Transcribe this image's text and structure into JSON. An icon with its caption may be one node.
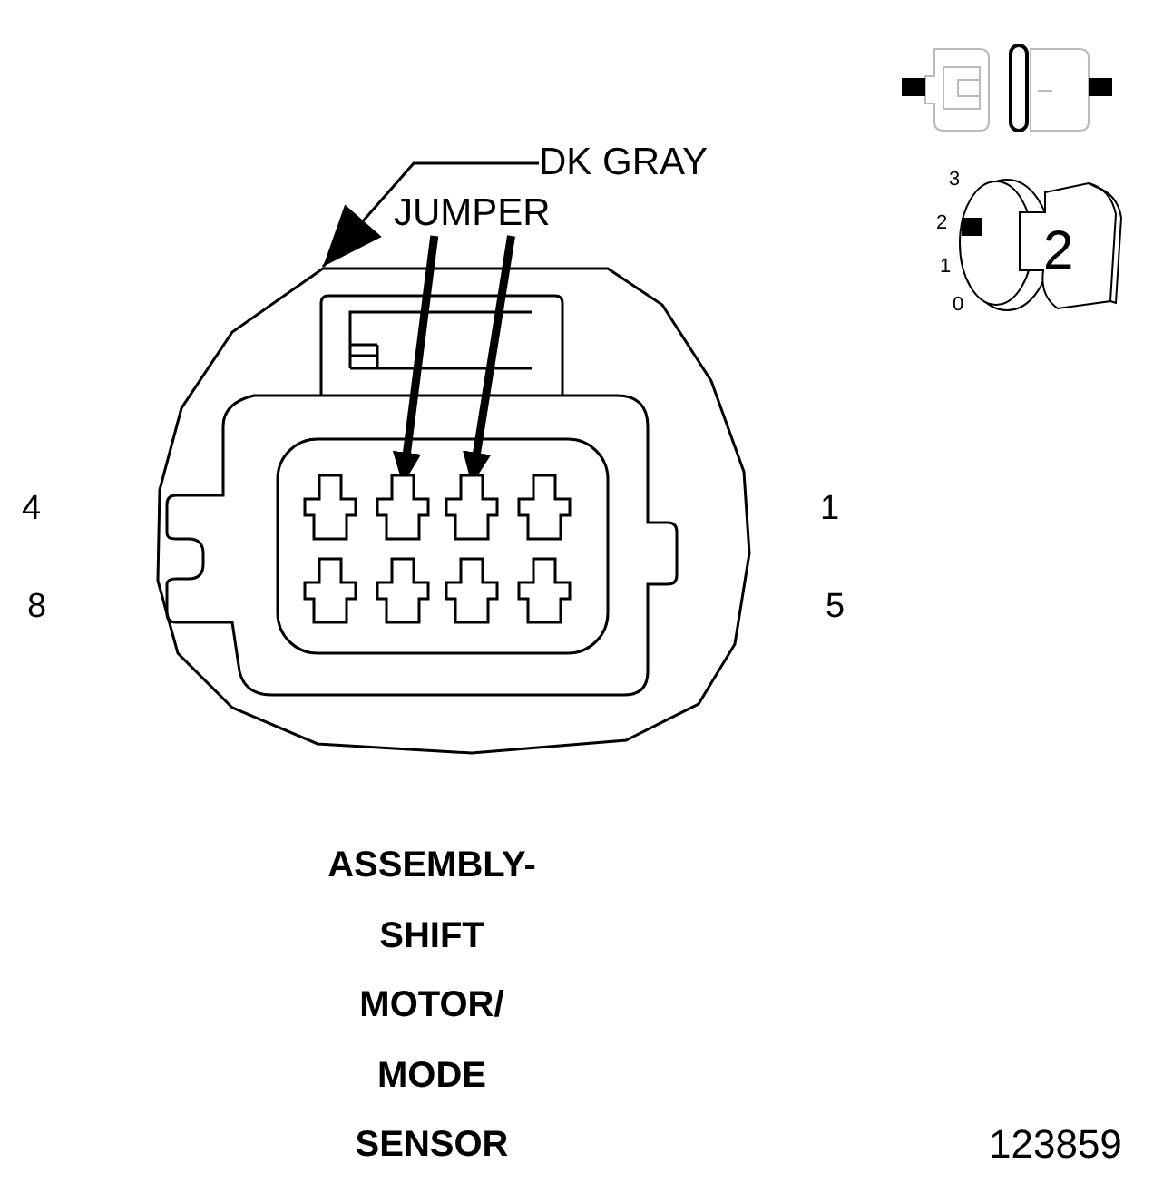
{
  "diagram": {
    "nodes": [
      {
        "text": [
          "DK GRAY"
        ]
      },
      {
        "text": [],
        "shape": "picture"
      },
      {
        "text": [
          "JUMPER"
        ]
      },
      {
        "text": [],
        "shape": "box",
        "in": 1
      },
      {
        "text": [],
        "shape": "box",
        "in": 1
      },
      {
        "text": [],
        "shape": "box",
        "in": 1
      },
      {
        "text": [],
        "shape": "box",
        "in": 1
      },
      {
        "text": [],
        "shape": "box",
        "in": 1
      },
      {
        "text": [],
        "shape": "box",
        "in": 1
      },
      {
        "text": [],
        "shape": "box",
        "in": 1
      },
      {
        "text": [],
        "shape": "box",
        "in": 1
      }
    ],
    "edges": [
      {
        "from": 0,
        "to": 1,
        "arrow": "to"
      },
      {
        "from": 2,
        "to": 4,
        "arrow": "to"
      },
      {
        "from": 2,
        "to": 5,
        "arrow": "to"
      }
    ],
    "labels": [
      "3",
      "2",
      "1",
      "0",
      "2",
      "4",
      "1",
      "8",
      "5",
      "ASSEMBLY- SHIFT MOTOR/ MODE SENSOR",
      "123859"
    ]
  }
}
